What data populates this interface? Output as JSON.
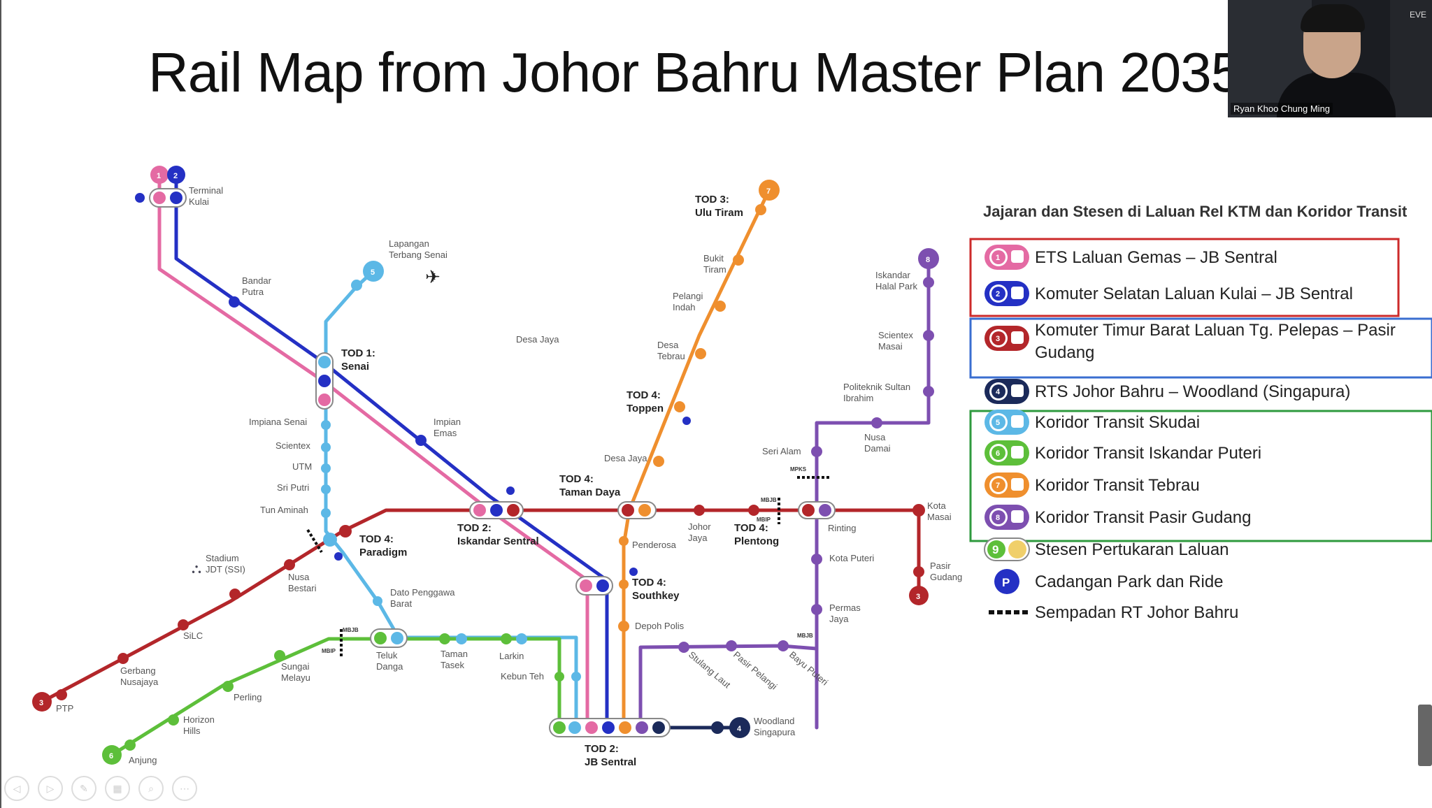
{
  "slide": {
    "title": "Rail Map from Johor Bahru Master Plan 2035"
  },
  "webcam": {
    "participant_name": "Ryan Khoo Chung Ming",
    "badge": "EVE"
  },
  "map": {
    "colors": {
      "line1": "#e46aa3",
      "line2": "#2430c4",
      "line3": "#b3262a",
      "line4": "#1b2a5a",
      "line5": "#5cb8e6",
      "line6": "#5dbf3a",
      "line7": "#ef8f2e",
      "line8": "#7d4fb0"
    },
    "stations": {
      "terminal_kulai": "Terminal\nKulai",
      "bandar_putra": "Bandar\nPutra",
      "lapangan_terbang": "Lapangan\nTerbang Senai",
      "desa_jaya": "Desa Jaya",
      "impiana_senai": "Impiana Senai",
      "scientex": "Scientex",
      "utm": "UTM",
      "sri_putri": "Sri Putri",
      "tun_aminah": "Tun Aminah",
      "impian_emas": "Impian\nEmas",
      "stadium": "Stadium\nJDT (SSI)",
      "nusa_bestari": "Nusa\nBestari",
      "silc": "SiLC",
      "gerbang_nusajaya": "Gerbang\nNusajaya",
      "ptp": "PTP",
      "sungai_melayu": "Sungai\nMelayu",
      "perling": "Perling",
      "horizon_hills": "Horizon\nHills",
      "anjung": "Anjung",
      "dato_penggawa_barat": "Dato Penggawa\nBarat",
      "teluk_danga": "Teluk\nDanga",
      "taman_tasek": "Taman\nTasek",
      "larkin": "Larkin",
      "kebun_teh": "Kebun Teh",
      "bukit_tiram": "Bukit\nTiram",
      "pelangi_indah": "Pelangi\nIndah",
      "desa_tebrau": "Desa\nTebrau",
      "desa_jaya_2": "Desa Jaya",
      "penderosa": "Penderosa",
      "depoh_polis": "Depoh Polis",
      "johor_jaya": "Johor\nJaya",
      "stulang_laut": "Stulang Laut",
      "pasir_pelangi": "Pasir Pelangi",
      "bayu_puteri": "Bayu Puteri",
      "woodland": "Woodland\nSingapura",
      "iskandar_halal_park": "Iskandar\nHalal Park",
      "scientex_masai": "Scientex\nMasai",
      "politeknik": "Politeknik Sultan\nIbrahim",
      "nusa_damai": "Nusa\nDamai",
      "seri_alam": "Seri Alam",
      "rinting": "Rinting",
      "kota_puteri": "Kota Puteri",
      "permas_jaya": "Permas\nJaya",
      "kota_masai": "Kota\nMasai",
      "pasir_gudang": "Pasir\nGudang"
    },
    "tods": {
      "senai": "TOD 1:\nSenai",
      "paradigm": "TOD 4:\nParadigm",
      "iskandar_sentral": "TOD 2:\nIskandar Sentral",
      "taman_daya": "TOD 4:\nTaman Daya",
      "toppen": "TOD 4:\nToppen",
      "ulu_tiram": "TOD 3:\nUlu Tiram",
      "southkey": "TOD 4:\nSouthkey",
      "plentong": "TOD 4:\nPlentong",
      "jb_sentral": "TOD 2:\nJB Sentral"
    },
    "boundary_marks": {
      "mbjb": "MBJB",
      "mbip": "MBIP",
      "mpks": "MPKS"
    }
  },
  "legend": {
    "title": "Jajaran dan Stesen di Laluan Rel KTM dan Koridor Transit",
    "items": [
      {
        "number": "1",
        "text": "ETS Laluan Gemas – JB Sentral"
      },
      {
        "number": "2",
        "text": "Komuter Selatan Laluan Kulai – JB Sentral"
      },
      {
        "number": "3",
        "text": "Komuter Timur Barat Laluan Tg. Pelepas – Pasir Gudang"
      },
      {
        "number": "4",
        "text": "RTS Johor Bahru – Woodland (Singapura)"
      },
      {
        "number": "5",
        "text": "Koridor Transit Skudai"
      },
      {
        "number": "6",
        "text": "Koridor Transit Iskandar Puteri"
      },
      {
        "number": "7",
        "text": "Koridor Transit Tebrau"
      },
      {
        "number": "8",
        "text": "Koridor Transit Pasir Gudang"
      },
      {
        "number": "9",
        "text": "Stesen Pertukaran Laluan"
      },
      {
        "number": "P",
        "text": "Cadangan Park dan Ride"
      },
      {
        "number": "",
        "text": "Sempadan RT Johor Bahru"
      }
    ],
    "box_colors": {
      "ktm": "#cc2a2a",
      "komuter": "#3a6ed0",
      "transit": "#2e9a3e"
    }
  }
}
